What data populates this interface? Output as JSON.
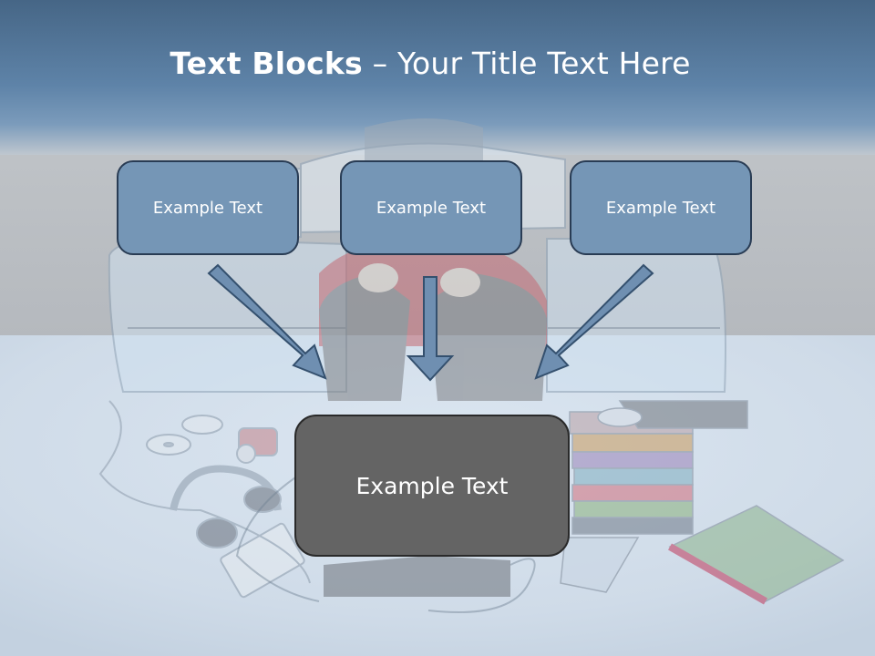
{
  "slide": {
    "title_bold": "Text Blocks",
    "title_dash": " – ",
    "title_rest": "Your Title Text Here",
    "boxes": [
      {
        "label": "Example Text"
      },
      {
        "label": "Example Text"
      },
      {
        "label": "Example Text"
      }
    ],
    "target_box": {
      "label": "Example Text"
    }
  },
  "colors": {
    "header_blue": "#4e6f92",
    "box_fill": "#7596b6",
    "box_border": "#293c54",
    "target_fill": "#646464",
    "arrow_fill": "#6f8fb1",
    "arrow_stroke": "#34506e"
  },
  "background": {
    "illustration": "person-sitting-on-bed-with-cds-headphones"
  }
}
